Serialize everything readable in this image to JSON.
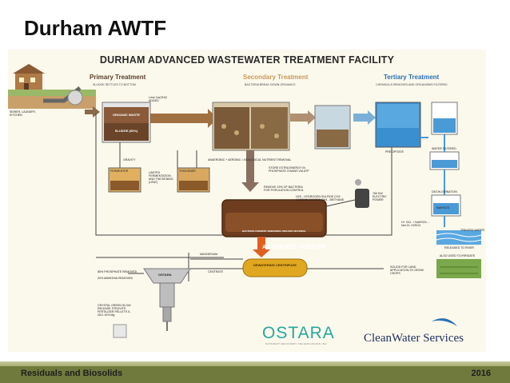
{
  "slide": {
    "title": "Durham AWTF"
  },
  "diagram": {
    "title": "DURHAM ADVANCED WASTEWATER TREATMENT FACILITY",
    "sections": {
      "primary": {
        "title": "Primary Treatment",
        "subtitle": "SLUDGE SETTLES TO BOTTOM"
      },
      "secondary": {
        "title": "Secondary Treatment",
        "subtitle": "BACTERIA BREAK DOWN ORGANICS"
      },
      "tertiary": {
        "title": "Tertiary Treatment",
        "subtitle": "CHEMICALS REMOVED AND ORGANISMS FILTERED"
      }
    },
    "labels": {
      "sewer": "SEWER, LAUNDRY, KITCHEN",
      "lime": "Lime Ca(OH)2 ADDED",
      "organic_waste": "ORGANIC WASTE",
      "sludge": "SLUDGE (60%)",
      "gravity": "GRAVITY",
      "fermentation": "LIMITED FERMENTATION AND THICKENING (UFAT)",
      "fermenter": "FERMENTER",
      "thickener": "THICKENER",
      "bnr": "ANAEROBIC + AEROBIC = BIOLOGICAL NUTRIENT REMOVAL",
      "phosphate": "STORE EXTRA ENERGY IN PHOSPHATE CHAINS VIA ATP",
      "remove_bacteria": "REMOVE 15% OF BACTERIA FOR POPULATION CONTROL",
      "gases": "H2S - HYDROGEN SULFIDE  CO2 - CARBON DIOXIDE  CH4 - METHANE",
      "power": "760 KW ELECTRIC POWER",
      "precipitate": "PRECIPITATE",
      "water_filtered": "WATER FILTERED",
      "dechlorination": "DECHLORINATION",
      "treated_water": "TREATED WATER",
      "released": "RELEASED TO RIVER",
      "irrigate": "ALSO USED TO IRRIGATE",
      "magnesium": "MAGNESIUM",
      "centrate": "CENTRATE",
      "dewatering": "DEWATERING CENTRIFUGE",
      "solids": "SOLIDS FOR LAND APPLICATION TO GROW CROPS",
      "phosphorus_removed": "85% PHOSPHATE REMOVED",
      "ammonia_removed": "20% AMMONIA REMOVED",
      "ostara_unit": "OSTARA",
      "crystal": "CRYSTAL GREEN SLOW RELEASE STRUVITE FERTILIZER PELLETS 5-28-0 10% Mg",
      "anaerobic_digester": "ANAEROBIC DIGESTER",
      "digester_note": "BACTERIA FERMENT REMAINING ORGANIC MATERIAL",
      "sodium": "NaHSO3",
      "chem_eq": "H+ OCl- + NaHSO3 ... Na+Cl- H2SO4"
    },
    "logos": {
      "ostara": "OSTARA",
      "ostara_tag": "NUTRIENT RECOVERY TECHNOLOGIES INC",
      "cleanwater_a": "Clean",
      "cleanwater_b": "Water",
      "cleanwater_c": "Services"
    },
    "colors": {
      "primary_title": "#5a3f2a",
      "secondary_title": "#c89a5a",
      "tertiary_title": "#2d6fb2",
      "flow_brown": "#a07040",
      "digester": "#6e3c1e",
      "water": "#4a9ad6",
      "centrifuge": "#e0a820",
      "ostara_teal": "#27a7a0",
      "cws_navy": "#1e2f5c"
    }
  },
  "footer": {
    "left": "Residuals and Biosolids",
    "right": "2016"
  }
}
